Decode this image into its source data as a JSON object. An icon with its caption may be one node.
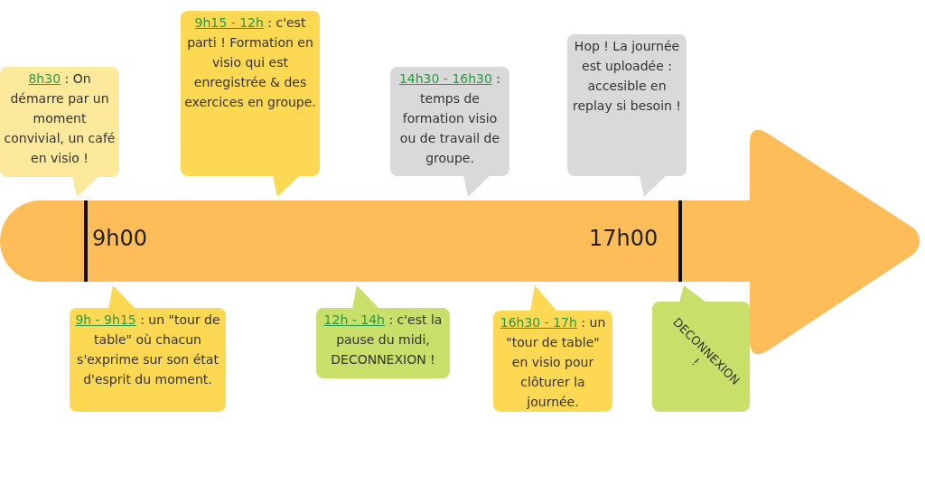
{
  "diagram": {
    "nodes": [
      {
        "text": [
          "9h00",
          "17h00"
        ]
      },
      {
        "text": [
          "8h30",
          ": On démarre par un moment convivial, un café en visio !"
        ]
      },
      {
        "text": [
          "9h15 - 12h",
          ": c'est parti ! Formation en visio qui est enregistrée & des exercices en groupe."
        ]
      },
      {
        "text": [
          "14h30 - 16h30",
          ": temps de formation visio ou de travail de groupe."
        ]
      },
      {
        "text": [
          "Hop ! La journée est uploadée : accesible en replay si besoin !"
        ]
      },
      {
        "text": [
          "9h - 9h15",
          ": un \"tour de table\"  où chacun s'exprime sur son état d'esprit du moment."
        ]
      },
      {
        "text": [
          "12h - 14h",
          ": c'est la pause du midi, DECONNEXION !"
        ]
      },
      {
        "text": [
          "16h30 - 17h",
          ": un \"tour de table\" en visio pour clôturer la journée."
        ]
      },
      {
        "text": [
          "DECONNEXION !"
        ]
      },
      {
        "text": [],
        "shape": "triangle"
      }
    ]
  }
}
